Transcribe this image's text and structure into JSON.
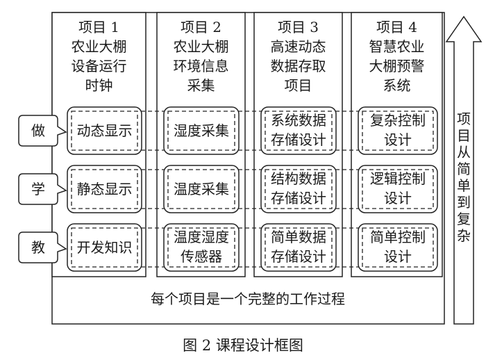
{
  "projects": [
    {
      "lines": [
        "项目 1",
        "农业大棚",
        "设备运行",
        "时钟"
      ],
      "rows": [
        [
          "动态显示"
        ],
        [
          "静态显示"
        ],
        [
          "开发知识"
        ]
      ]
    },
    {
      "lines": [
        "项目 2",
        "农业大棚",
        "环境信息",
        "采集"
      ],
      "rows": [
        [
          "湿度采集"
        ],
        [
          "温度采集"
        ],
        [
          "温度湿度",
          "传感器"
        ]
      ]
    },
    {
      "lines": [
        "项目 3",
        "高速动态",
        "数据存取",
        "项目"
      ],
      "rows": [
        [
          "系统数据",
          "存储设计"
        ],
        [
          "结构数据",
          "存储设计"
        ],
        [
          "简单数据",
          "存储设计"
        ]
      ]
    },
    {
      "lines": [
        "项目 4",
        "智慧农业",
        "大棚预警",
        "系统"
      ],
      "rows": [
        [
          "复杂控制",
          "设计"
        ],
        [
          "逻辑控制",
          "设计"
        ],
        [
          "简单控制",
          "设计"
        ]
      ]
    }
  ],
  "roles": [
    "做",
    "学",
    "教"
  ],
  "bottom_text": "每个项目是一个完整的工作过程",
  "arrow_text": [
    "项",
    "目",
    "从",
    "简",
    "单",
    "到",
    "复",
    "杂"
  ],
  "caption": "图 2    课程设计框图"
}
